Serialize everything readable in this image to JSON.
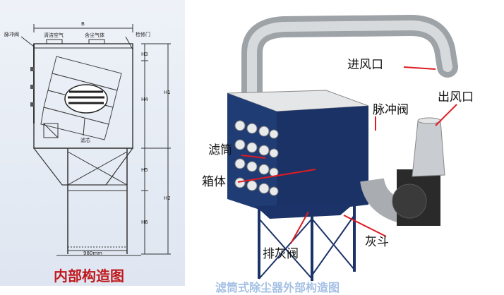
{
  "left_drawing": {
    "dim_top": "B",
    "label_valve": "脉冲阀",
    "label_clean_air": "清洁空气",
    "label_dusty_air": "含尘气体",
    "label_access_door": "检修门",
    "label_filter": "滤芯",
    "label_width": "980mm",
    "dims": [
      "H3",
      "H4",
      "H1",
      "H5",
      "H2",
      "H6"
    ],
    "caption": "内部构造图"
  },
  "right_photo": {
    "labels": {
      "inlet": "进风口",
      "outlet": "出风口",
      "pulse_valve": "脉冲阀",
      "filter_cartridge": "滤筒",
      "housing": "箱体",
      "discharge_valve": "排灰阀",
      "hopper": "灰斗"
    },
    "bottom_text": "滤筒式除尘器外部构造图"
  },
  "colors": {
    "label_arrow": "#e01b22",
    "caption": "#c0181c",
    "housing": "#1c3770",
    "duct": "#b5b9bd"
  }
}
